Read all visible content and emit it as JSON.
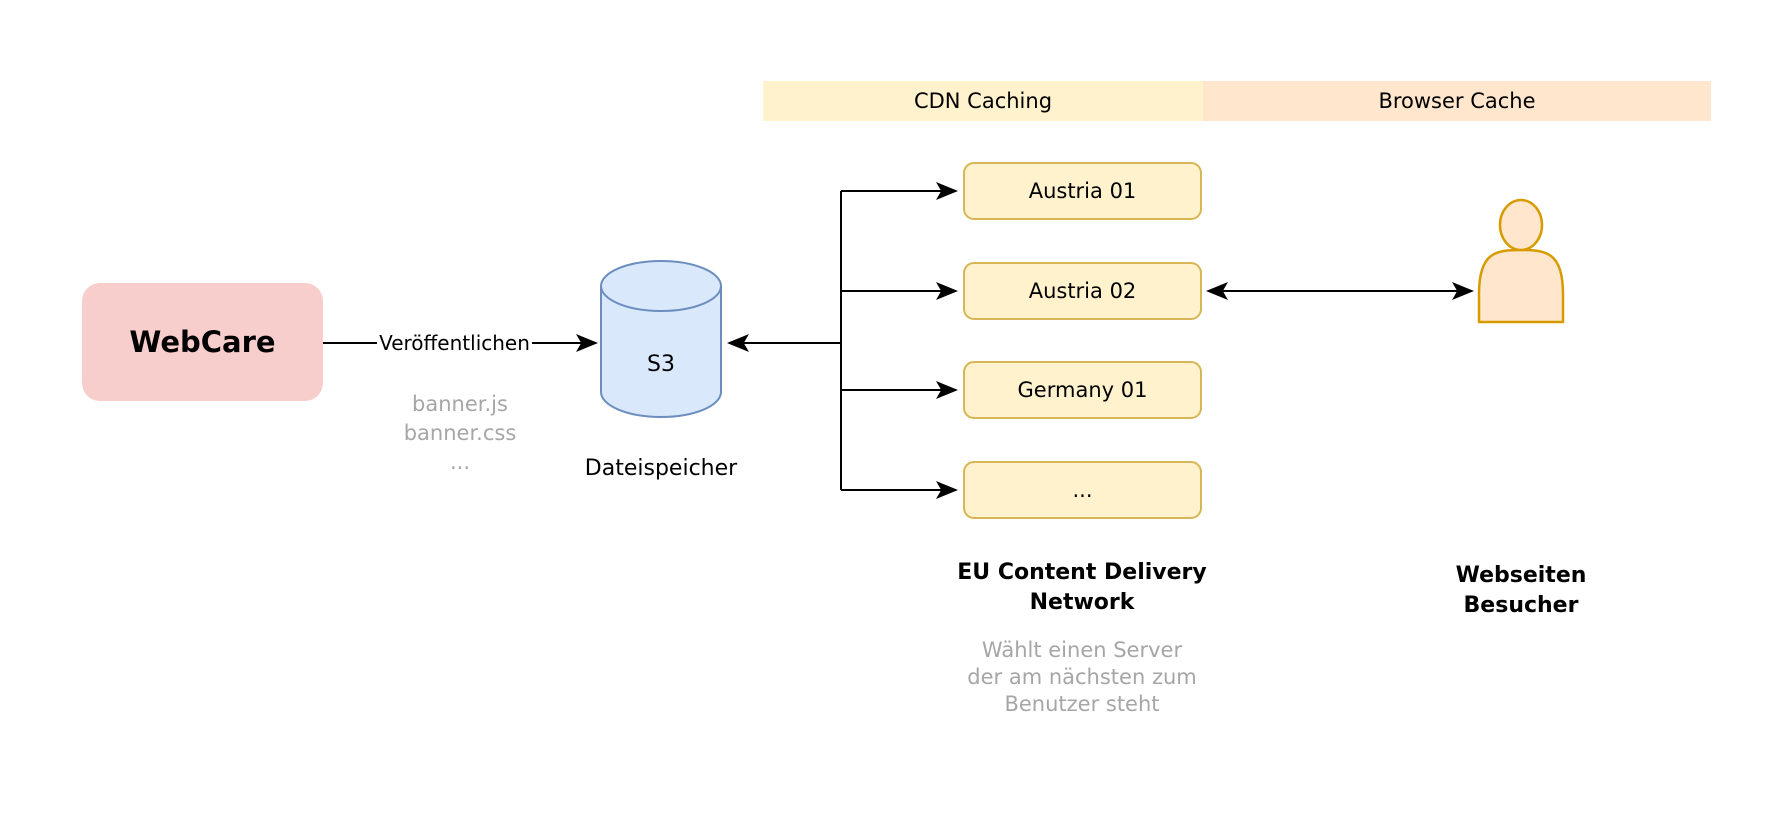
{
  "diagram": {
    "bands": {
      "cdn_caching": "CDN Caching",
      "browser_cache": "Browser Cache"
    },
    "webcare": {
      "label": "WebCare"
    },
    "publish": {
      "edge_label": "Veröffentlichen",
      "files": "banner.js\nbanner.css\n..."
    },
    "storage": {
      "label": "S3",
      "caption": "Dateispeicher"
    },
    "servers": [
      {
        "label": "Austria 01"
      },
      {
        "label": "Austria 02"
      },
      {
        "label": "Germany 01"
      },
      {
        "label": "..."
      }
    ],
    "cdn_group": {
      "title": "EU Content Delivery\nNetwork",
      "note": "Wählt einen Server\nder am nächsten zum\nBenutzer steht"
    },
    "visitor": {
      "title": "Webseiten\nBesucher"
    },
    "colors": {
      "band_yellow": "#FFF2CC",
      "band_orange": "#FFE6CC",
      "webcare_pink": "#F8CECC",
      "server_fill": "#FFF2CC",
      "server_stroke": "#D6B656",
      "storage_fill": "#DAE8FC",
      "storage_stroke": "#6C8EBF",
      "visitor_fill": "#FFE6CC",
      "visitor_stroke": "#D79B00",
      "note_gray": "#A6A6A6",
      "edge_black": "#000000"
    }
  }
}
